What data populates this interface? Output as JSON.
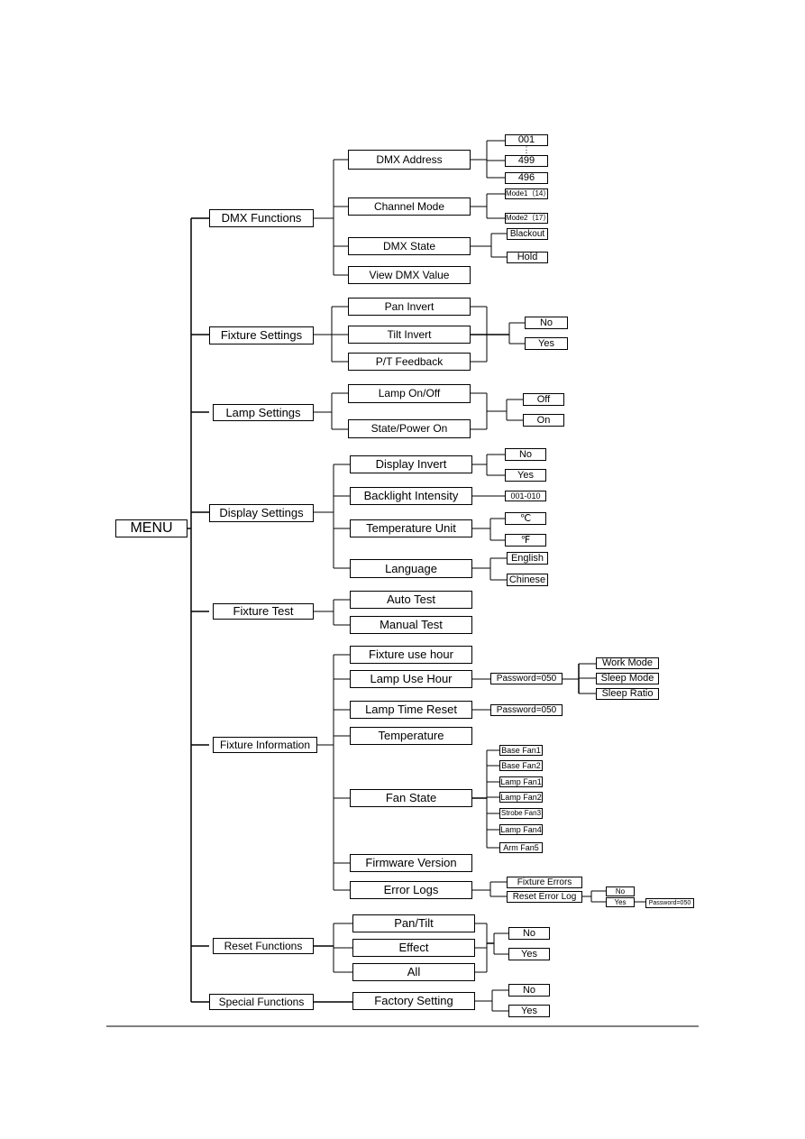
{
  "menu": "MENU",
  "sections": {
    "dmx_functions": {
      "label": "DMX Functions",
      "dmx_address": {
        "label": "DMX  Address",
        "values": [
          "001",
          "499",
          "496"
        ],
        "ellipsis": "⋮"
      },
      "channel_mode": {
        "label": "Channel Mode",
        "options": [
          "Mode1（14）",
          "Mode2（17）"
        ]
      },
      "dmx_state": {
        "label": "DMX State",
        "options": [
          "Blackout",
          "Hold"
        ]
      },
      "view_dmx_value": {
        "label": "View DMX Value"
      }
    },
    "fixture_settings": {
      "label": "Fixture Settings",
      "items": [
        "Pan Invert",
        "Tilt Invert",
        "P/T Feedback"
      ],
      "options": [
        "No",
        "Yes"
      ]
    },
    "lamp_settings": {
      "label": "Lamp Settings",
      "items": [
        "Lamp  On/Off",
        "State/Power On"
      ],
      "options": [
        "Off",
        "On"
      ]
    },
    "display_settings": {
      "label": "Display Settings",
      "display_invert": {
        "label": "Display Invert",
        "options": [
          "No",
          "Yes"
        ]
      },
      "backlight_intensity": {
        "label": "Backlight Intensity",
        "range": "001-010"
      },
      "temperature_unit": {
        "label": "Temperature Unit",
        "options": [
          "℃",
          "℉"
        ]
      },
      "language": {
        "label": "Language",
        "options": [
          "English",
          "Chinese"
        ]
      }
    },
    "fixture_test": {
      "label": "Fixture Test",
      "items": [
        "Auto Test",
        "Manual Test"
      ]
    },
    "fixture_information": {
      "label": "Fixture Information",
      "fixture_use_hour": "Fixture use hour",
      "lamp_use_hour": {
        "label": "Lamp Use Hour",
        "password": "Password=050",
        "options": [
          "Work Mode",
          "Sleep Mode",
          "Sleep Ratio"
        ]
      },
      "lamp_time_reset": {
        "label": "Lamp Time Reset",
        "password": "Password=050"
      },
      "temperature": "Temperature",
      "fan_state": {
        "label": "Fan State",
        "fans": [
          "Base Fan1",
          "Base Fan2",
          "Lamp Fan1",
          "Lamp Fan2",
          "Strobe Fan3",
          "Lamp Fan4",
          "Arm Fan5"
        ]
      },
      "firmware_version": "Firmware Version",
      "error_logs": {
        "label": "Error Logs",
        "fixture_errors": "Fixture Errors",
        "reset_error_log": {
          "label": "Reset Error Log",
          "options": [
            "No",
            "Yes"
          ],
          "password": "Password=050"
        }
      }
    },
    "reset_functions": {
      "label": "Reset Functions",
      "items": [
        "Pan/Tilt",
        "Effect",
        "All"
      ],
      "options": [
        "No",
        "Yes"
      ]
    },
    "special_functions": {
      "label": "Special Functions",
      "factory_setting": {
        "label": "Factory Setting",
        "options": [
          "No",
          "Yes"
        ]
      }
    }
  }
}
